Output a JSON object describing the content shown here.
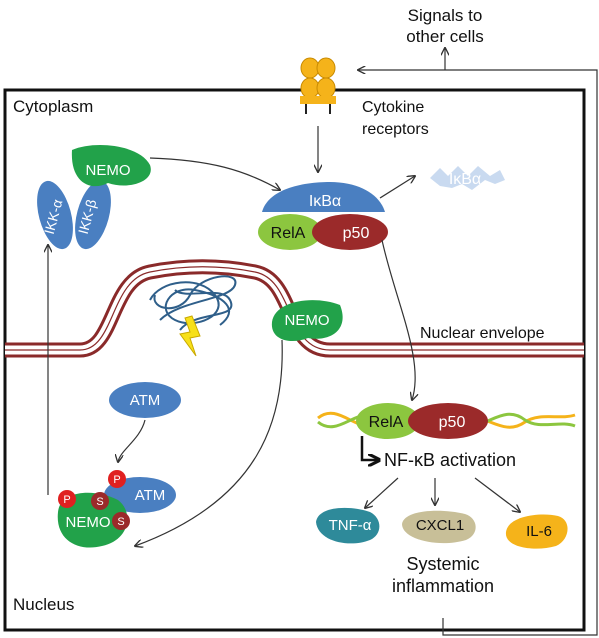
{
  "labels": {
    "signals": [
      "Signals to",
      "other cells"
    ],
    "cytoplasm": "Cytoplasm",
    "nucleus": "Nucleus",
    "cytokine": [
      "Cytokine",
      "receptors"
    ],
    "nuclear_envelope": "Nuclear envelope",
    "nfkb_activation": "NF-κB activation",
    "systemic": [
      "Systemic",
      "inflammation"
    ]
  },
  "proteins": {
    "nemo": "NEMO",
    "ikk_a": "IKK-α",
    "ikk_b": "IKK-β",
    "ikba": "IκBα",
    "rela": "RelA",
    "p50": "p50",
    "atm": "ATM",
    "p": "P",
    "s": "S",
    "tnfa": "TNF-α",
    "cxcl1": "CXCL1",
    "il6": "IL-6"
  },
  "colors": {
    "nemo": "#22a24a",
    "ikk": "#4a7fc1",
    "ikba": "#4a7fc1",
    "ikba_degraded": "#c9daf0",
    "rela": "#8cc63f",
    "p50": "#9b2a2a",
    "atm": "#4a7fc1",
    "phospho": "#e02020",
    "sumo": "#9b2a2a",
    "tnfa": "#2e8a9a",
    "cxcl1": "#c8bf98",
    "il6": "#f5b31a",
    "envelope": "#8a2a2a",
    "receptor": "#f5b31a"
  }
}
